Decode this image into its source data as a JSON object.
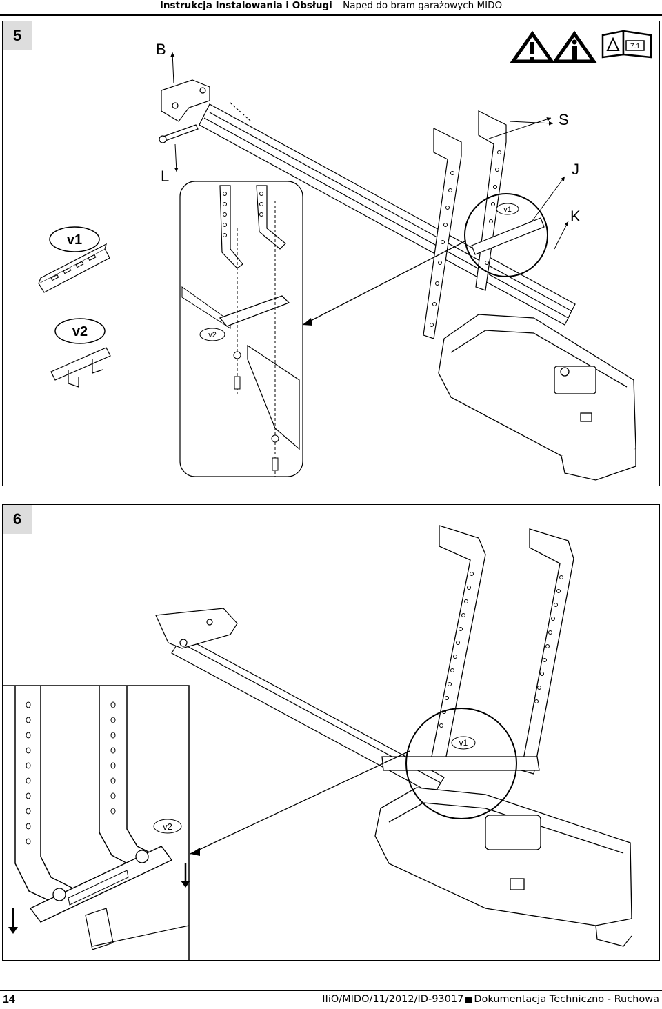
{
  "header": {
    "title_bold": "Instrukcja Instalowania i Obsługi",
    "separator": " – ",
    "subtitle": "Napęd do bram garażowych MIDO"
  },
  "step5": {
    "number": "5",
    "labels": {
      "b": "B",
      "l": "L",
      "s": "S",
      "j": "J",
      "k": "K"
    },
    "variant_v1": "v1",
    "variant_v2": "v2",
    "detail_v1": "v1",
    "detail_v2": "v2",
    "icons": [
      "warning-triangle-icon",
      "info-triangle-icon",
      "manual-book-icon"
    ],
    "manual_ref": "7.1"
  },
  "step6": {
    "number": "6",
    "detail_v1": "v1",
    "detail_v2": "v2"
  },
  "footer": {
    "page_number": "14",
    "doc_code": "IIiO/MIDO/11/2012/ID-93017",
    "doc_type": "Dokumentacja Techniczno - Ruchowa"
  }
}
